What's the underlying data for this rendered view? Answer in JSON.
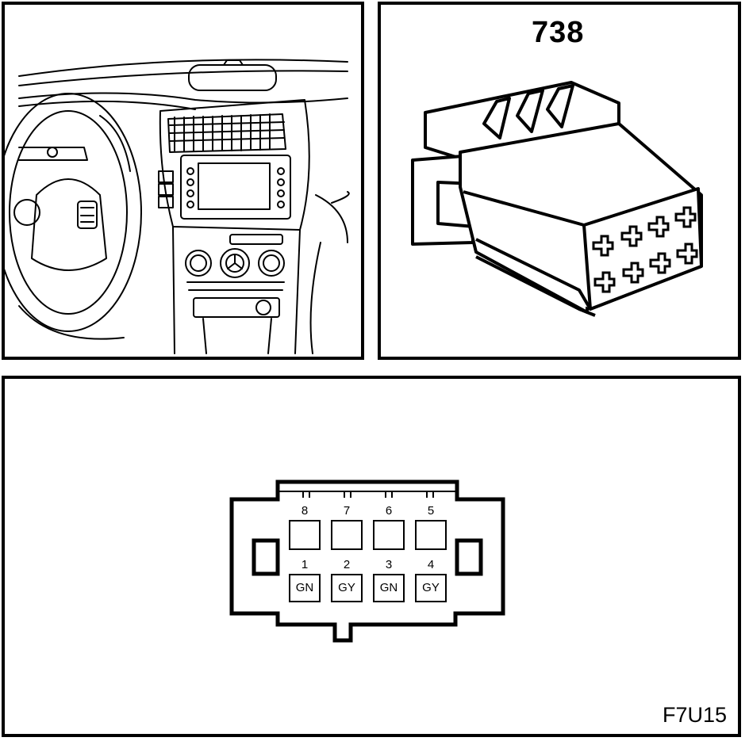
{
  "connector": {
    "number": "738"
  },
  "figure": {
    "id": "F7U15"
  },
  "pins_top": [
    {
      "number": "8",
      "wire": ""
    },
    {
      "number": "7",
      "wire": ""
    },
    {
      "number": "6",
      "wire": ""
    },
    {
      "number": "5",
      "wire": ""
    }
  ],
  "pins_bottom": [
    {
      "number": "1",
      "wire": "GN"
    },
    {
      "number": "2",
      "wire": "GY"
    },
    {
      "number": "3",
      "wire": "GN"
    },
    {
      "number": "4",
      "wire": "GY"
    }
  ]
}
